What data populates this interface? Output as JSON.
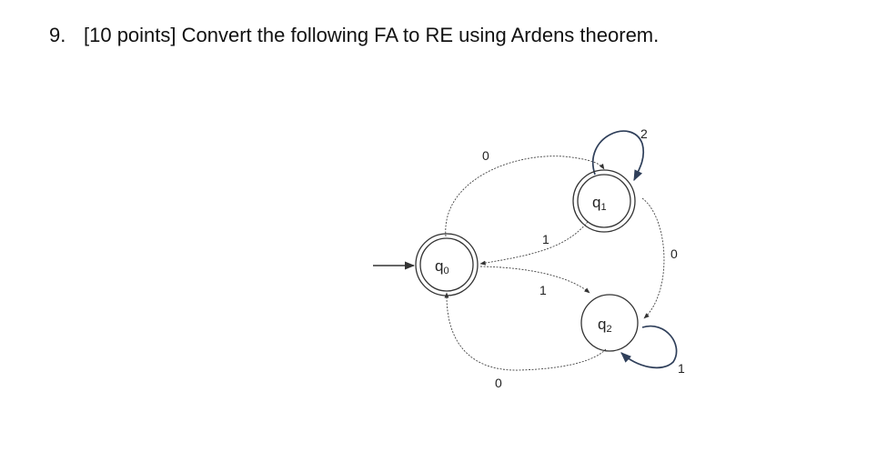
{
  "question": {
    "number": "9.",
    "text": "[10 points] Convert the following FA to RE using Ardens theorem."
  },
  "automaton": {
    "states": [
      {
        "id": "q0",
        "base": "q",
        "sub": "0",
        "final": true,
        "start": true
      },
      {
        "id": "q1",
        "base": "q",
        "sub": "1",
        "final": true,
        "start": false
      },
      {
        "id": "q2",
        "base": "q",
        "sub": "2",
        "final": false,
        "start": false
      }
    ],
    "transitions": [
      {
        "from": "q0",
        "to": "q1",
        "symbol": "0"
      },
      {
        "from": "q1",
        "to": "q1",
        "symbol": "2"
      },
      {
        "from": "q1",
        "to": "q0",
        "symbol": "1"
      },
      {
        "from": "q0",
        "to": "q2",
        "symbol": "1"
      },
      {
        "from": "q1",
        "to": "q2",
        "symbol": "0"
      },
      {
        "from": "q2",
        "to": "q2",
        "symbol": "1"
      },
      {
        "from": "q2",
        "to": "q0",
        "symbol": "0"
      }
    ]
  },
  "colors": {
    "text": "#111111",
    "stroke": "#333333",
    "loop": "#2f3f5a"
  }
}
